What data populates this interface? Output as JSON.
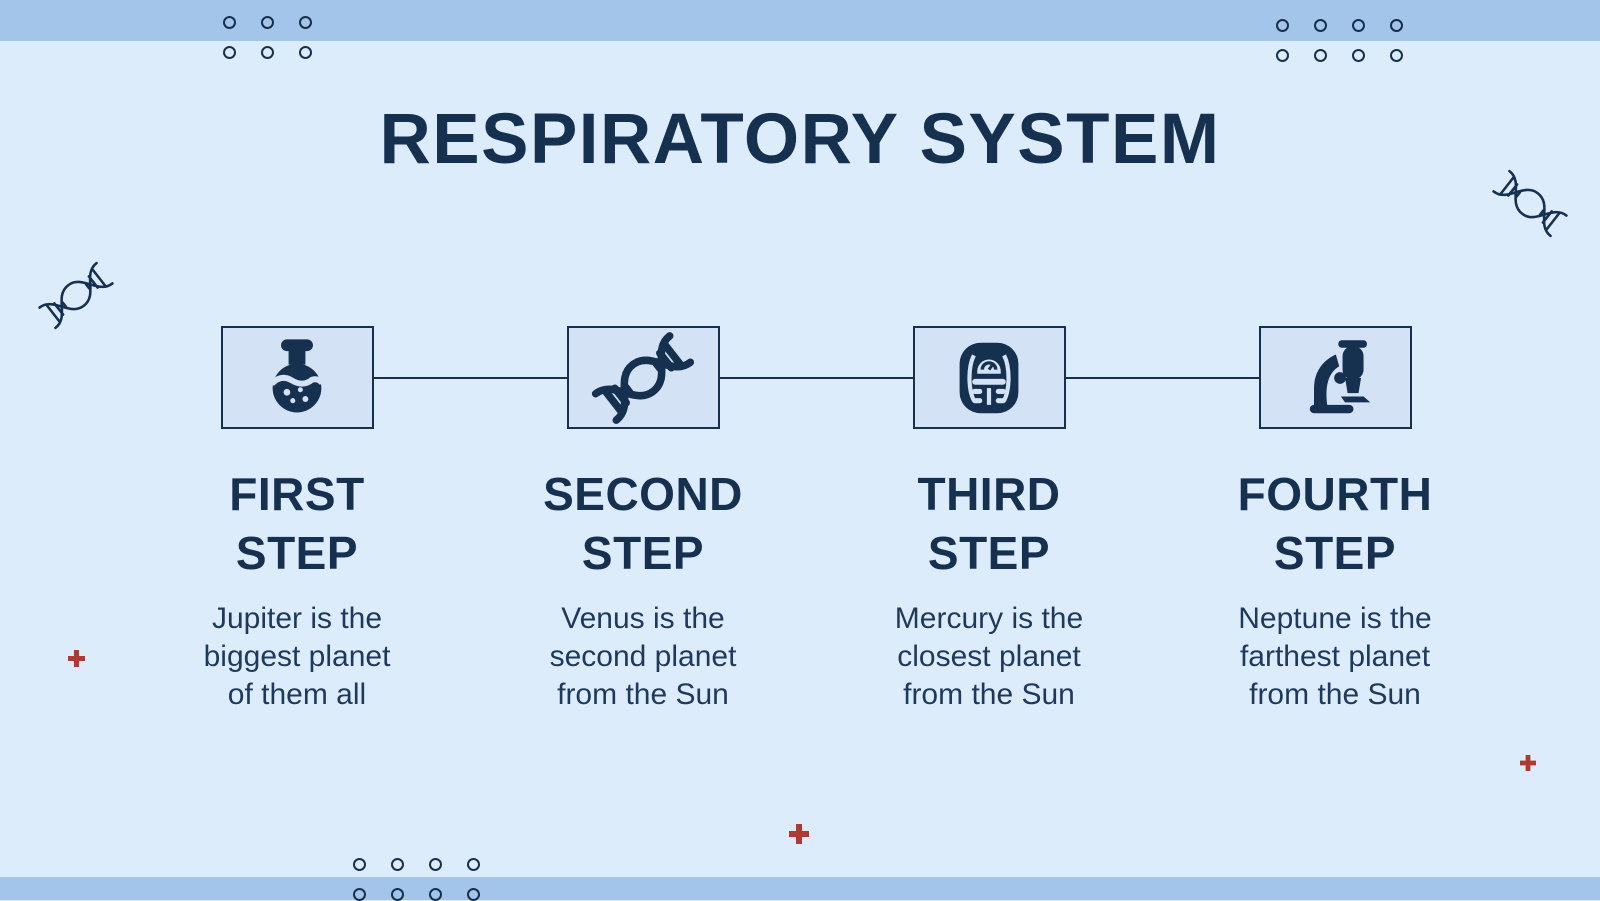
{
  "slide": {
    "title": "RESPIRATORY SYSTEM",
    "steps": [
      {
        "icon": "flask-icon",
        "title_lines": [
          "FIRST",
          "STEP"
        ],
        "desc_lines": [
          "Jupiter is the",
          "biggest planet",
          "of them all"
        ]
      },
      {
        "icon": "dna-icon",
        "title_lines": [
          "SECOND",
          "STEP"
        ],
        "desc_lines": [
          "Venus is the",
          "second planet",
          "from the Sun"
        ]
      },
      {
        "icon": "scale-icon",
        "title_lines": [
          "THIRD",
          "STEP"
        ],
        "desc_lines": [
          "Mercury is the",
          "closest planet",
          "from the Sun"
        ]
      },
      {
        "icon": "microscope-icon",
        "title_lines": [
          "FOURTH",
          "STEP"
        ],
        "desc_lines": [
          "Neptune is the",
          "farthest planet",
          "from the Sun"
        ]
      }
    ],
    "decorations": {
      "dna_outline_icons": 2,
      "plus_marks": 3,
      "dot_grids": 3
    },
    "colors": {
      "background": "#ddecfb",
      "band": "#a3c5ea",
      "box_fill": "#d3e2f5",
      "navy": "#16304f",
      "red": "#b03a32"
    }
  }
}
